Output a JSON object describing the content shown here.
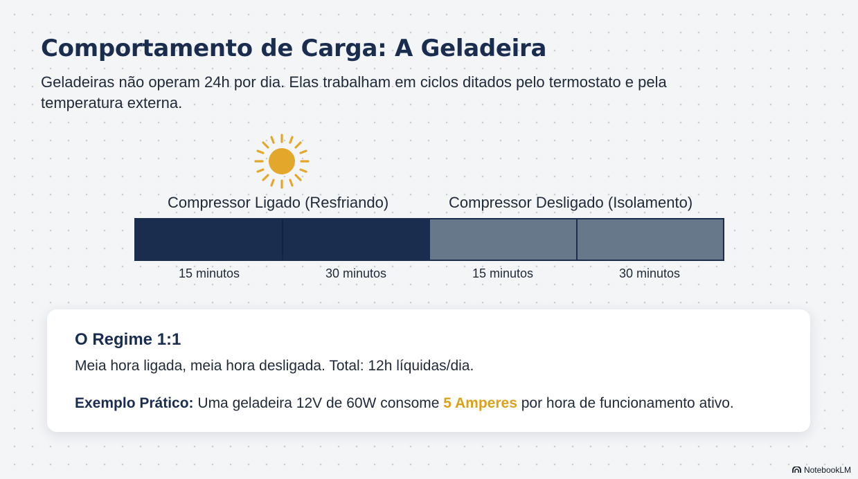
{
  "title": "Comportamento de Carga: A Geladeira",
  "subtitle": "Geladeiras não operam 24h por dia. Elas trabalham em ciclos ditados pelo termostato e pela temperatura externa.",
  "timeline": {
    "on_label": "Compressor Ligado (Resfriando)",
    "off_label": "Compressor Desligado (Isolamento)",
    "segments": [
      {
        "state": "on",
        "label": "15 minutos"
      },
      {
        "state": "on",
        "label": "30 minutos"
      },
      {
        "state": "off",
        "label": "15 minutos"
      },
      {
        "state": "off",
        "label": "30 minutos"
      }
    ],
    "colors": {
      "on": "#1b2d4f",
      "off": "#667889",
      "sun": "#e3a82b"
    }
  },
  "card": {
    "title": "O Regime 1:1",
    "line": "Meia hora ligada, meia hora desligada. Total: 12h líquidas/dia.",
    "example_lead": "Exemplo Prático:",
    "example_text": " Uma geladeira 12V de 60W consome ",
    "example_highlight": "5 Amperes",
    "example_tail": " por hora de funcionamento ativo."
  },
  "brand": "NotebookLM",
  "icons": [
    "sun-icon",
    "notebooklm-logo-icon"
  ]
}
